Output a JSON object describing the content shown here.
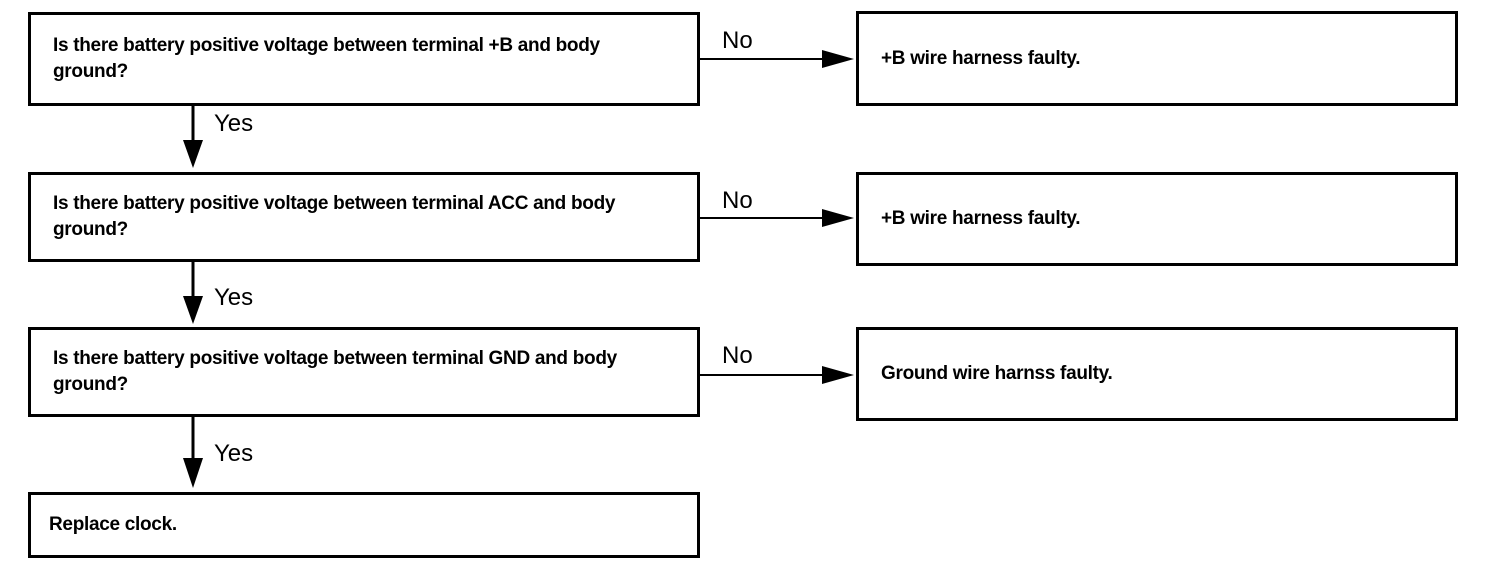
{
  "flowchart": {
    "questions": [
      {
        "text": "Is there battery positive voltage between terminal +B and body ground?"
      },
      {
        "text": "Is there battery positive voltage between terminal ACC and body ground?"
      },
      {
        "text": "Is there battery positive voltage between terminal GND and body ground?"
      }
    ],
    "results": [
      {
        "text": "+B wire harness faulty."
      },
      {
        "text": "+B wire harness faulty."
      },
      {
        "text": "Ground wire harnss faulty."
      }
    ],
    "final": {
      "text": "Replace clock."
    },
    "yes_label": "Yes",
    "no_label": "No"
  }
}
